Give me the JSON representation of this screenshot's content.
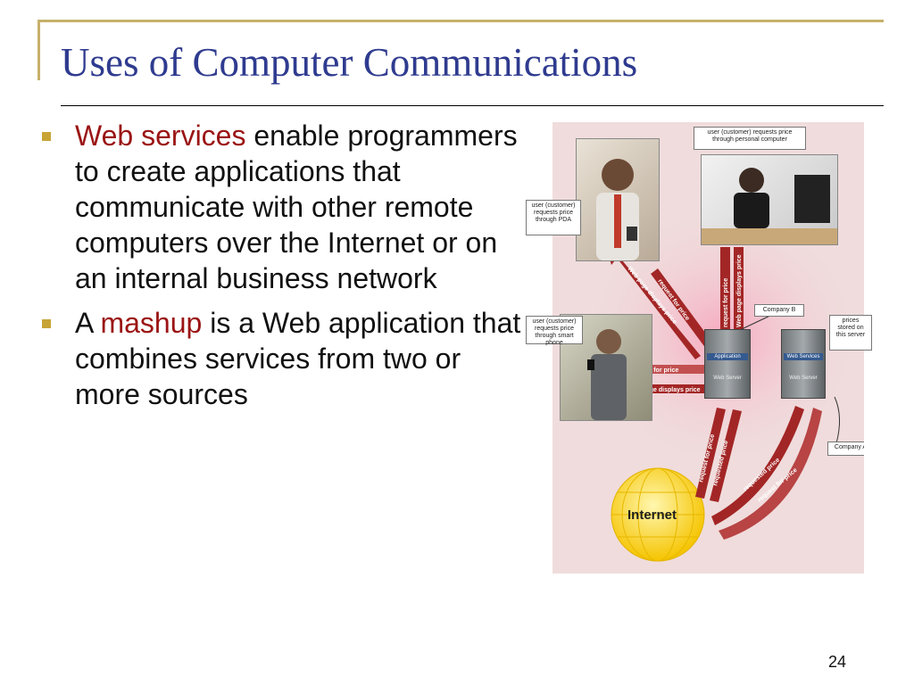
{
  "slide": {
    "title": "Uses of Computer Communications",
    "page_number": "24"
  },
  "bullets": [
    {
      "highlight": "Web services",
      "text": " enable programmers to create applications that communicate with other remote computers over the Internet or on an internal business network"
    },
    {
      "prefix": "A ",
      "highlight": "mashup",
      "text": " is a Web application that combines services from two or more sources"
    }
  ],
  "figure": {
    "callouts": {
      "pc": "user (customer) requests price through personal computer",
      "pda": "user (customer) requests price through PDA",
      "phone": "user (customer) requests price through smart phone",
      "company_b": "Company B",
      "prices": "prices stored on this server",
      "company_a": "Company A"
    },
    "servers": {
      "b_app": "Application",
      "b_web": "Web Server",
      "a_ws": "Web Services",
      "a_web": "Web Server"
    },
    "arrows": {
      "request": "request for price",
      "display": "Web page displays price",
      "requested": "requested price"
    },
    "internet": "Internet"
  },
  "colors": {
    "title": "#2f3b8f",
    "highlight": "#9b1414",
    "bullet": "#c8a435",
    "frame": "#c7b16a",
    "arrow": "#a32626"
  }
}
